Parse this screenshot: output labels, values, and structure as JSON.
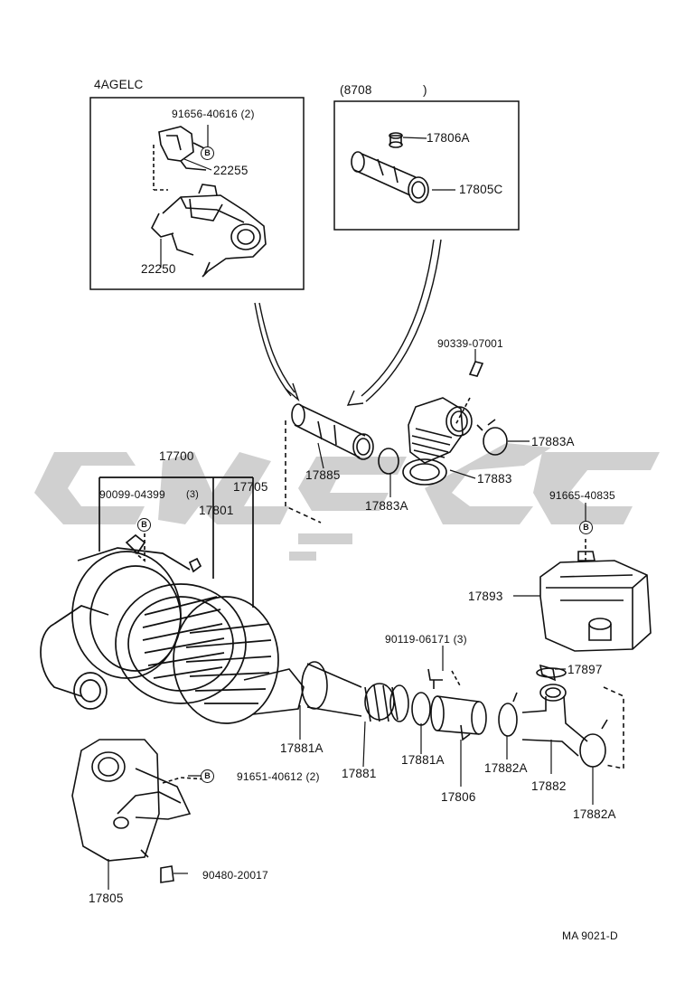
{
  "diagram": {
    "drawing_code": "MA  9021-D",
    "watermark_color": "#c8c8c8",
    "line_color": "#111111",
    "callout_symbol": "B",
    "inset_left": {
      "title": "4AGELC",
      "parts": {
        "bolt": "91656-40616 (2)",
        "bracket": "22255",
        "throttle_body": "22250"
      }
    },
    "inset_right": {
      "title_open": "(8708",
      "title_close": ")",
      "parts": {
        "grommet": "17806A",
        "pipe": "17805C"
      }
    },
    "parts": {
      "air_cleaner_assy": "17700",
      "bolt_cleaner": "90099-04399",
      "bolt_cleaner_qty": "(3)",
      "cap_sub_assy": "17705",
      "element": "17801",
      "upper_pipe": "17885",
      "pin": "90339-07001",
      "clamp_upper_right": "17883A",
      "hose_upper": "17883",
      "clamp_upper_left": "17883A",
      "bolt_resonator": "91665-40835",
      "resonator": "17893",
      "bolt_joint": "90119-06171 (3)",
      "clamp_resonator": "17897",
      "clamp_inlet": "17881A",
      "hose_inlet": "17881",
      "clamp_joint": "17881A",
      "joint": "17806",
      "clamp_tee_left": "17882A",
      "tee_hose": "17882",
      "clamp_tee_right": "17882A",
      "bolt_case": "91651-40612 (2)",
      "nut_case": "90480-20017",
      "lower_case": "17805"
    }
  }
}
